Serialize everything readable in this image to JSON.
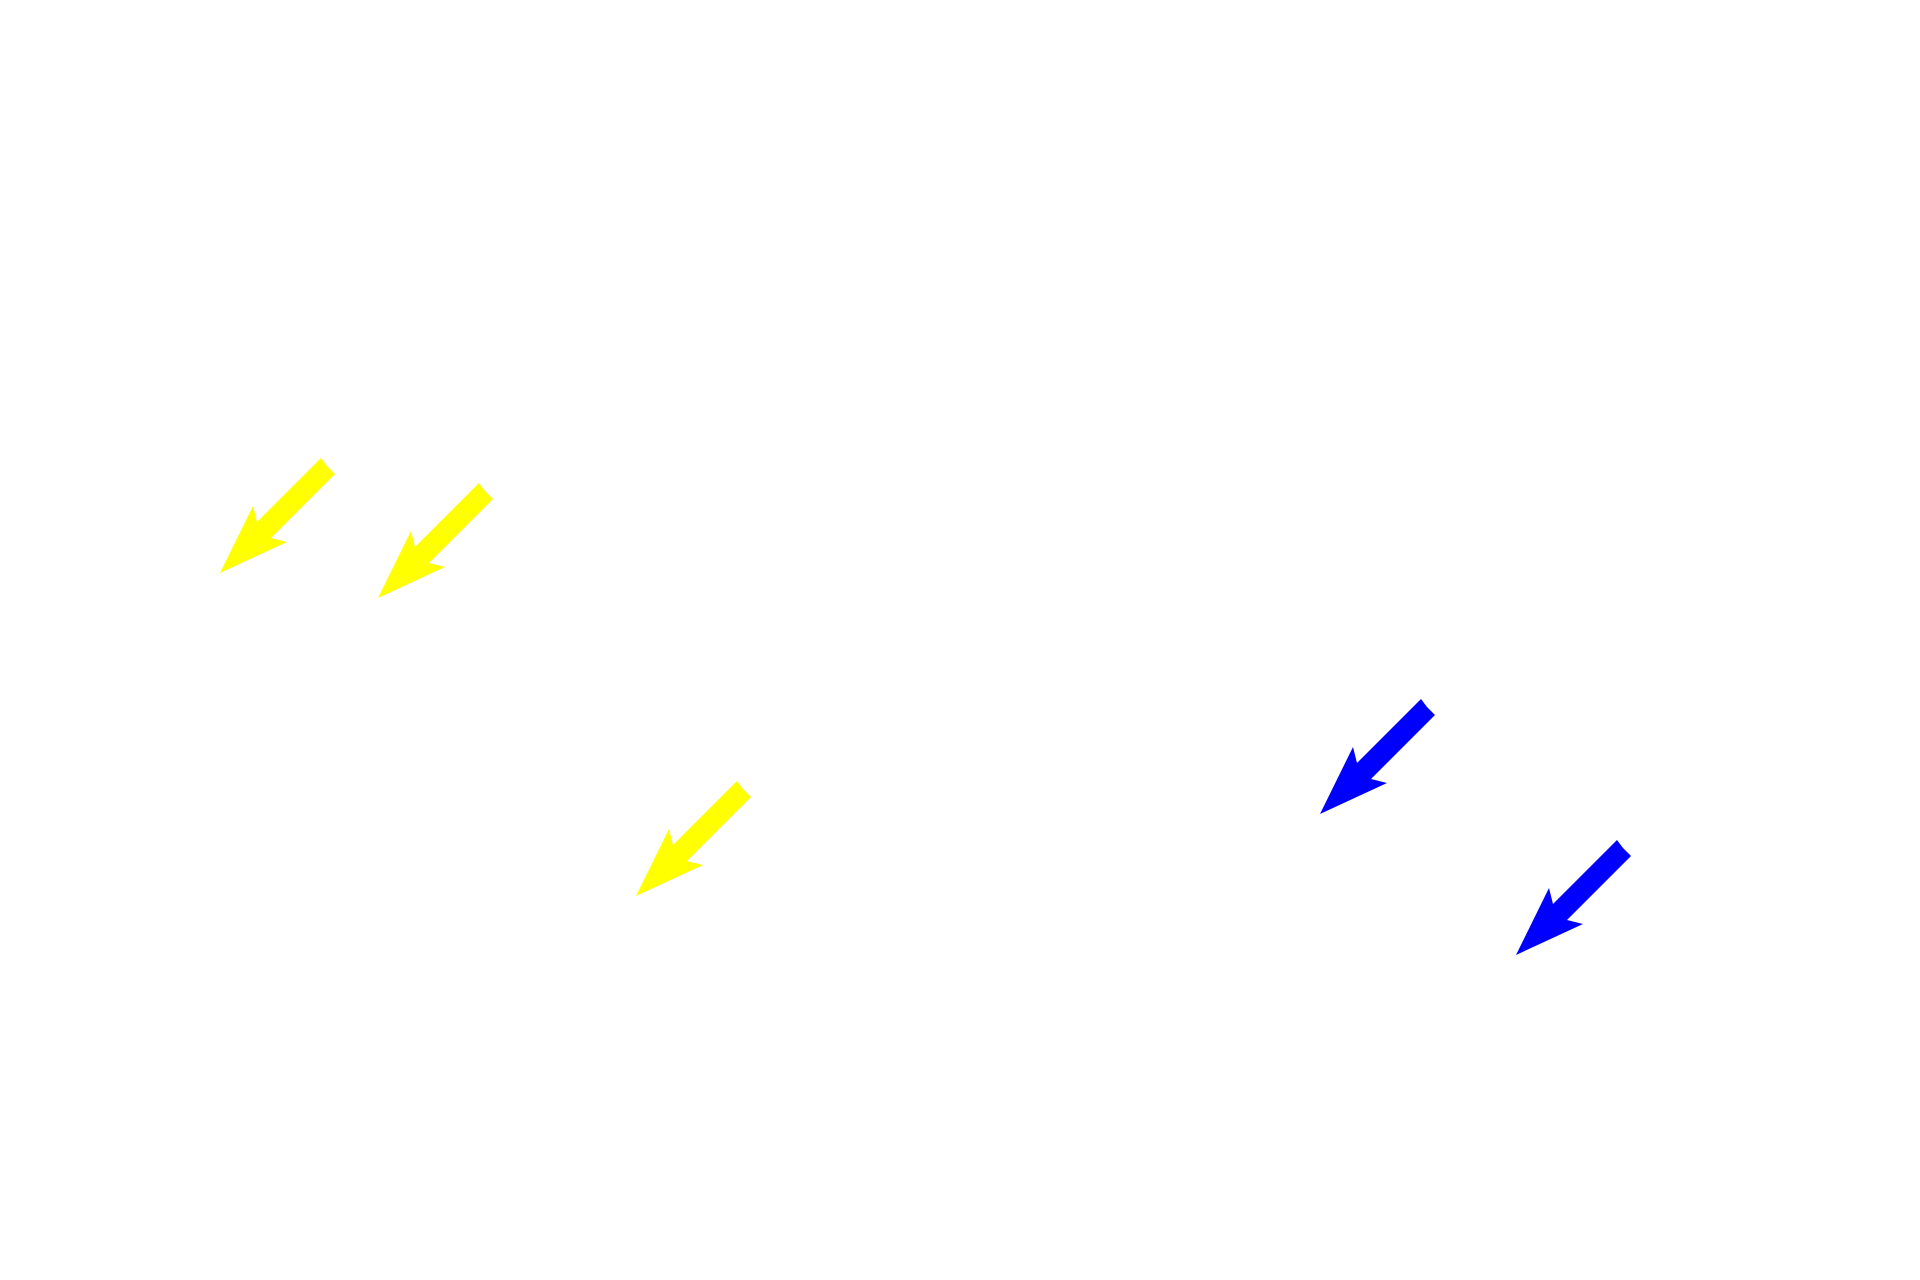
{
  "arrows": [
    {
      "name": "yellow-arrow-1",
      "color": "#ffff00",
      "direction": "down-left"
    },
    {
      "name": "yellow-arrow-2",
      "color": "#ffff00",
      "direction": "down-left"
    },
    {
      "name": "yellow-arrow-3",
      "color": "#ffff00",
      "direction": "down-left"
    },
    {
      "name": "blue-arrow-1",
      "color": "#0000ff",
      "direction": "down-left"
    },
    {
      "name": "blue-arrow-2",
      "color": "#0000ff",
      "direction": "down-left"
    }
  ]
}
